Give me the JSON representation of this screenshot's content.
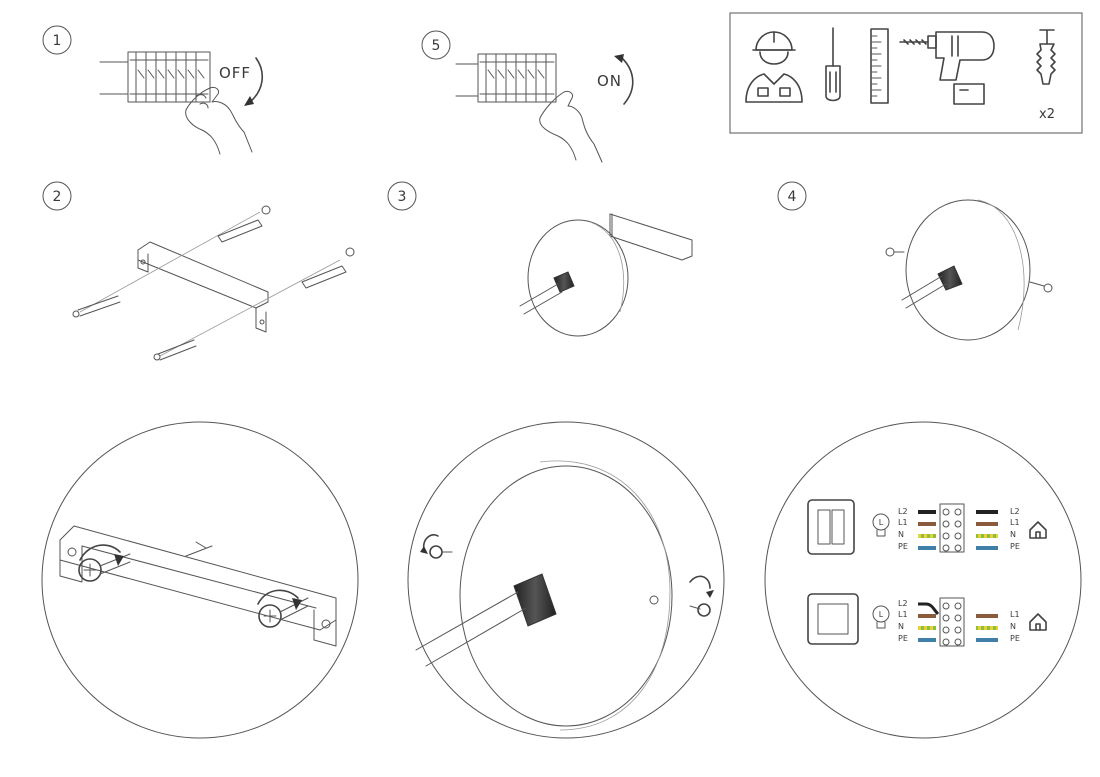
{
  "steps": [
    {
      "number": "1"
    },
    {
      "number": "2"
    },
    {
      "number": "3"
    },
    {
      "number": "4"
    },
    {
      "number": "5"
    }
  ],
  "breaker_off": {
    "label": "OFF"
  },
  "breaker_on": {
    "label": "ON"
  },
  "tools": {
    "icons": [
      "electrician-icon",
      "screwdriver-icon",
      "ruler-icon",
      "drill-icon",
      "wall-plug-icon"
    ],
    "plug_quantity": "x2"
  },
  "wiring": {
    "double_switch": {
      "left_labels": [
        "L2",
        "L1",
        "N",
        "PE"
      ],
      "right_labels": [
        "L2",
        "L1",
        "N",
        "PE"
      ],
      "lamp_label": "L"
    },
    "single_switch": {
      "left_labels": [
        "L2",
        "L1",
        "N",
        "PE"
      ],
      "right_labels": [
        "L1",
        "N",
        "PE"
      ],
      "lamp_label": "L"
    },
    "colors": {
      "L2": "#222222",
      "L1": "#8a5a3c",
      "N": "#3f7fa8",
      "PE": "#8fbf3a"
    }
  }
}
